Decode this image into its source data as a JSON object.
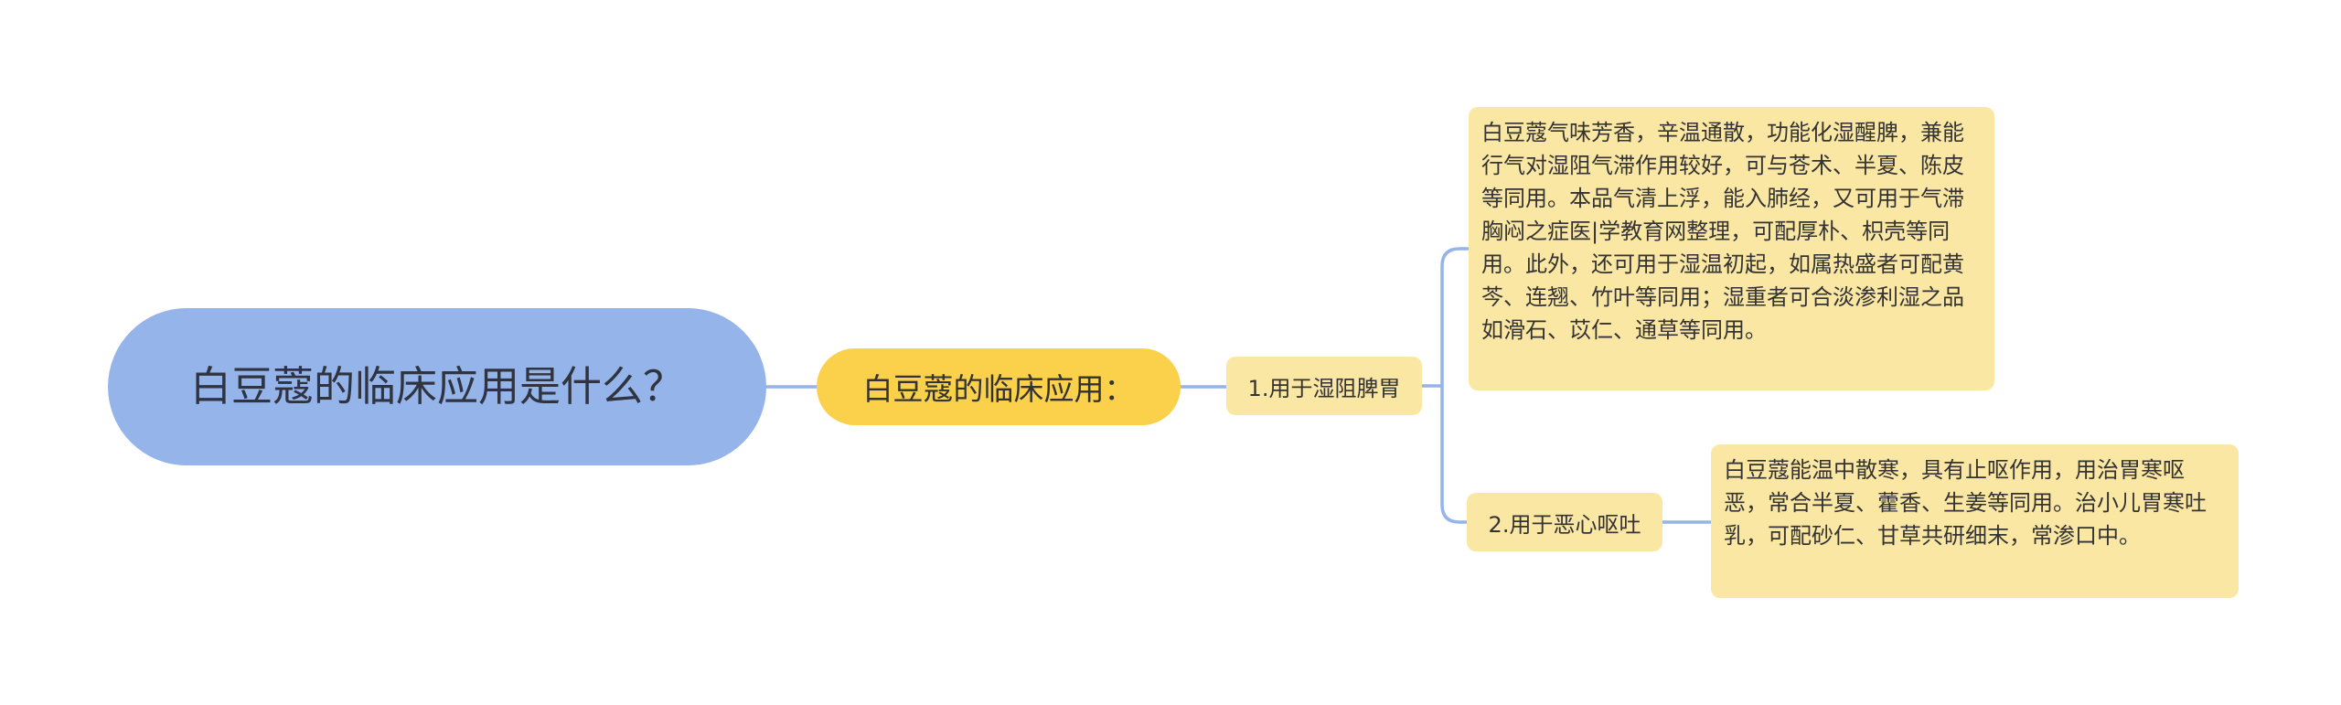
{
  "root": {
    "title": "白豆蔻的临床应用是什么？"
  },
  "branch": {
    "label": "白豆蔻的临床应用："
  },
  "items": [
    {
      "label": "1.用于湿阻脾胃",
      "detail": "白豆蔻气味芳香，辛温通散，功能化湿醒脾，兼能行气对湿阻气滞作用较好，可与苍术、半夏、陈皮等同用。本品气清上浮，能入肺经，又可用于气滞胸闷之症医|学教育网整理，可配厚朴、枳壳等同用。此外，还可用于湿温初起，如属热盛者可配黄芩、连翘、竹叶等同用；湿重者可合淡渗利湿之品如滑石、苡仁、通草等同用。"
    },
    {
      "label": "2.用于恶心呕吐",
      "detail": "白豆蔻能温中散寒，具有止呕作用，用治胃寒呕恶，常合半夏、藿香、生姜等同用。治小儿胃寒吐乳，可配砂仁、甘草共研细末，常渗口中。"
    }
  ],
  "colors": {
    "root": "#94b4ea",
    "branch": "#fbd14b",
    "item": "#fbe7a4",
    "connector": "#94b4ea"
  }
}
